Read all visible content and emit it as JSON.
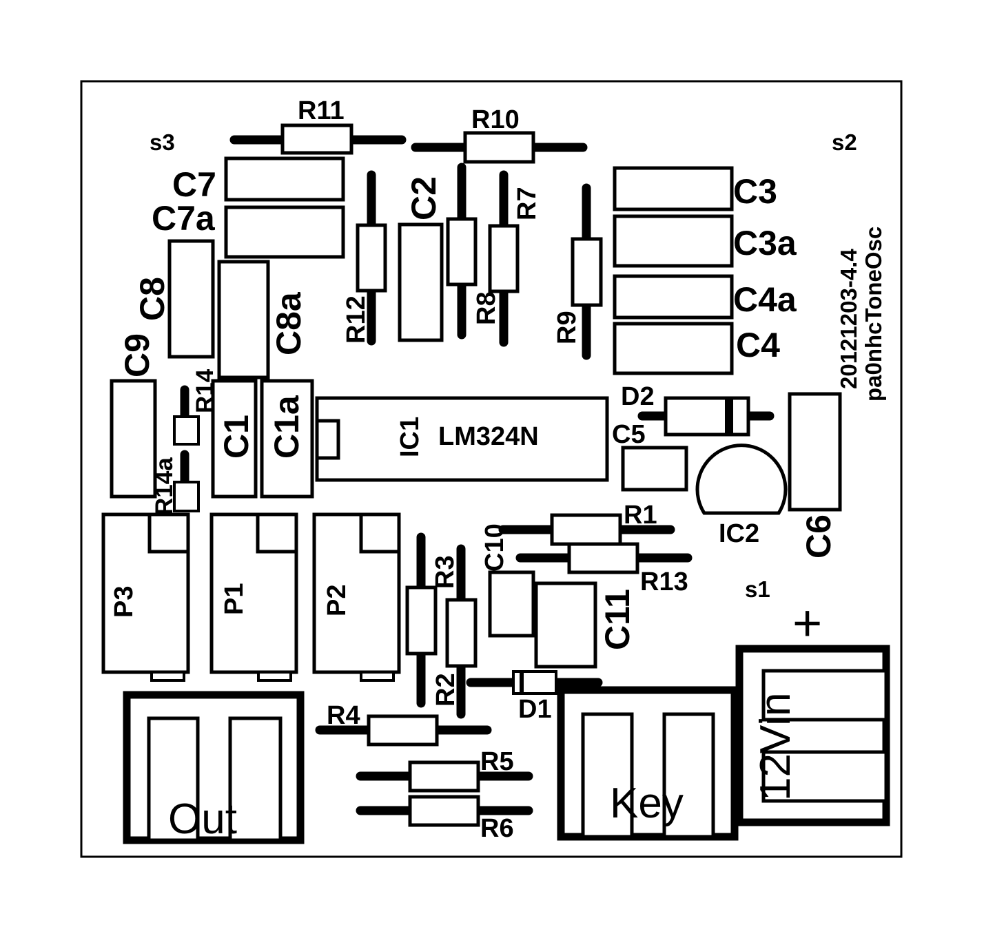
{
  "labels": {
    "s3": "s3",
    "s2": "s2",
    "s1": "s1",
    "r11": "R11",
    "r10": "R10",
    "c7": "C7",
    "c7a": "C7a",
    "c8": "C8",
    "c8a": "C8a",
    "c9": "C9",
    "r12": "R12",
    "c2": "C2",
    "r8": "R8",
    "r7": "R7",
    "r9": "R9",
    "c3": "C3",
    "c3a": "C3a",
    "c4a": "C4a",
    "c4": "C4",
    "version": "20121203-4.4",
    "project": "pa0nhcToneOsc",
    "r14": "R14",
    "r14a": "R14a",
    "c1": "C1",
    "c1a": "C1a",
    "ic1": "IC1",
    "ic1_part": "LM324N",
    "d2": "D2",
    "c5": "C5",
    "ic2": "IC2",
    "c6": "C6",
    "r1": "R1",
    "r13": "R13",
    "c10": "C10",
    "c11": "C11",
    "p3": "P3",
    "p1": "P1",
    "p2": "P2",
    "r3": "R3",
    "r2": "R2",
    "d1": "D1",
    "r4": "R4",
    "r5": "R5",
    "r6": "R6",
    "out": "Out",
    "key": "Key",
    "vin": "12Vin",
    "plus": "+"
  }
}
